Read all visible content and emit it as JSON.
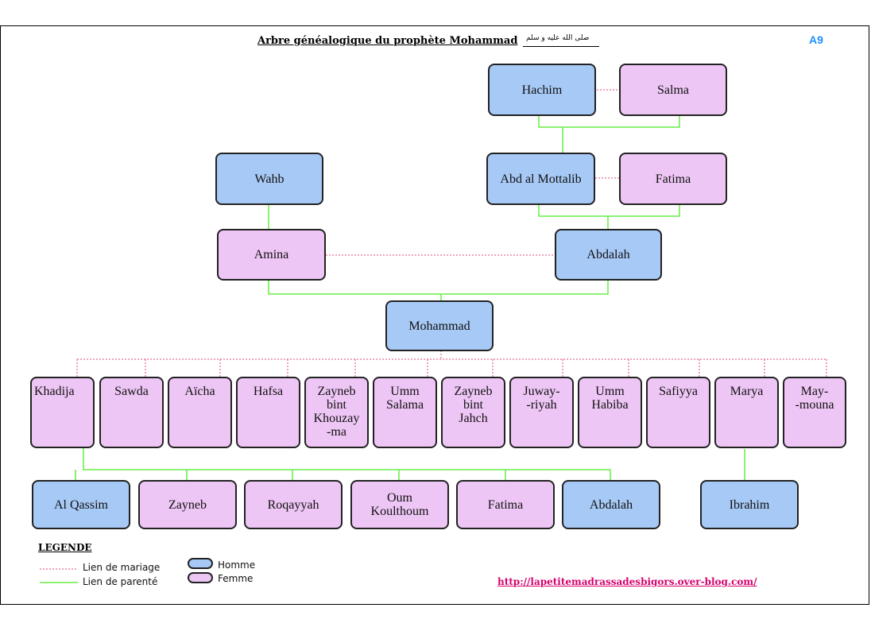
{
  "title": "Arbre généalogique du prophète Mohammad",
  "title_arabic": "صلى الله عليه و سلم",
  "tag": "A9",
  "colors": {
    "male": "#a7c9f6",
    "female": "#eec6f5",
    "marriage_link": "#e0457b",
    "parent_link": "#66ee44"
  },
  "people": {
    "hachim": "Hachim",
    "salma": "Salma",
    "wahb": "Wahb",
    "abd_al_mottalib": "Abd al Mottalib",
    "fatima_gm": "Fatima",
    "amina": "Amina",
    "abdalah_father": "Abdalah",
    "mohammad": "Mohammad"
  },
  "wives": [
    "Khadija",
    "Sawda",
    "Aïcha",
    "Hafsa",
    "Zayneb\nbint\nKhouzay\n-ma",
    "Umm\nSalama",
    "Zayneb\nbint\nJahch",
    "Juway-\n-riyah",
    "Umm\nHabiba",
    "Safiyya",
    "Marya",
    "May-\n-mouna"
  ],
  "children": [
    "Al Qassim",
    "Zayneb",
    "Roqayyah",
    "Oum\nKoulthoum",
    "Fatima",
    "Abdalah",
    "Ibrahim"
  ],
  "legend": {
    "title": "LEGENDE",
    "marriage": "Lien de mariage",
    "parent": "Lien de parenté",
    "male": "Homme",
    "female": "Femme"
  },
  "url": "http://lapetitemadrassadesbigors.over-blog.com/"
}
